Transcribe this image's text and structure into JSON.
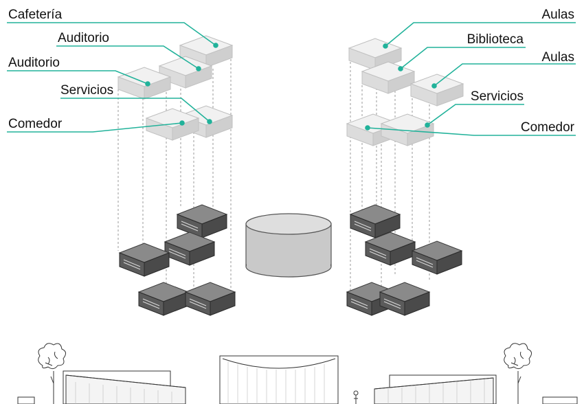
{
  "labels": {
    "left": {
      "cafeteria": "Cafetería",
      "auditorio_1": "Auditorio",
      "auditorio_2": "Auditorio",
      "servicios": "Servicios",
      "comedor": "Comedor"
    },
    "right": {
      "aulas_1": "Aulas",
      "biblioteca": "Biblioteca",
      "aulas_2": "Aulas",
      "servicios": "Servicios",
      "comedor": "Comedor"
    }
  },
  "colors": {
    "leader": "#21b29a",
    "upper_block": "#e6e6e6",
    "lower_block": "#6d6d6d",
    "cylinder": "#c9c9c9",
    "guide": "#9a9a9a",
    "ink": "#111111"
  },
  "icons": {
    "trees": "tree-icon",
    "person": "person-icon"
  }
}
